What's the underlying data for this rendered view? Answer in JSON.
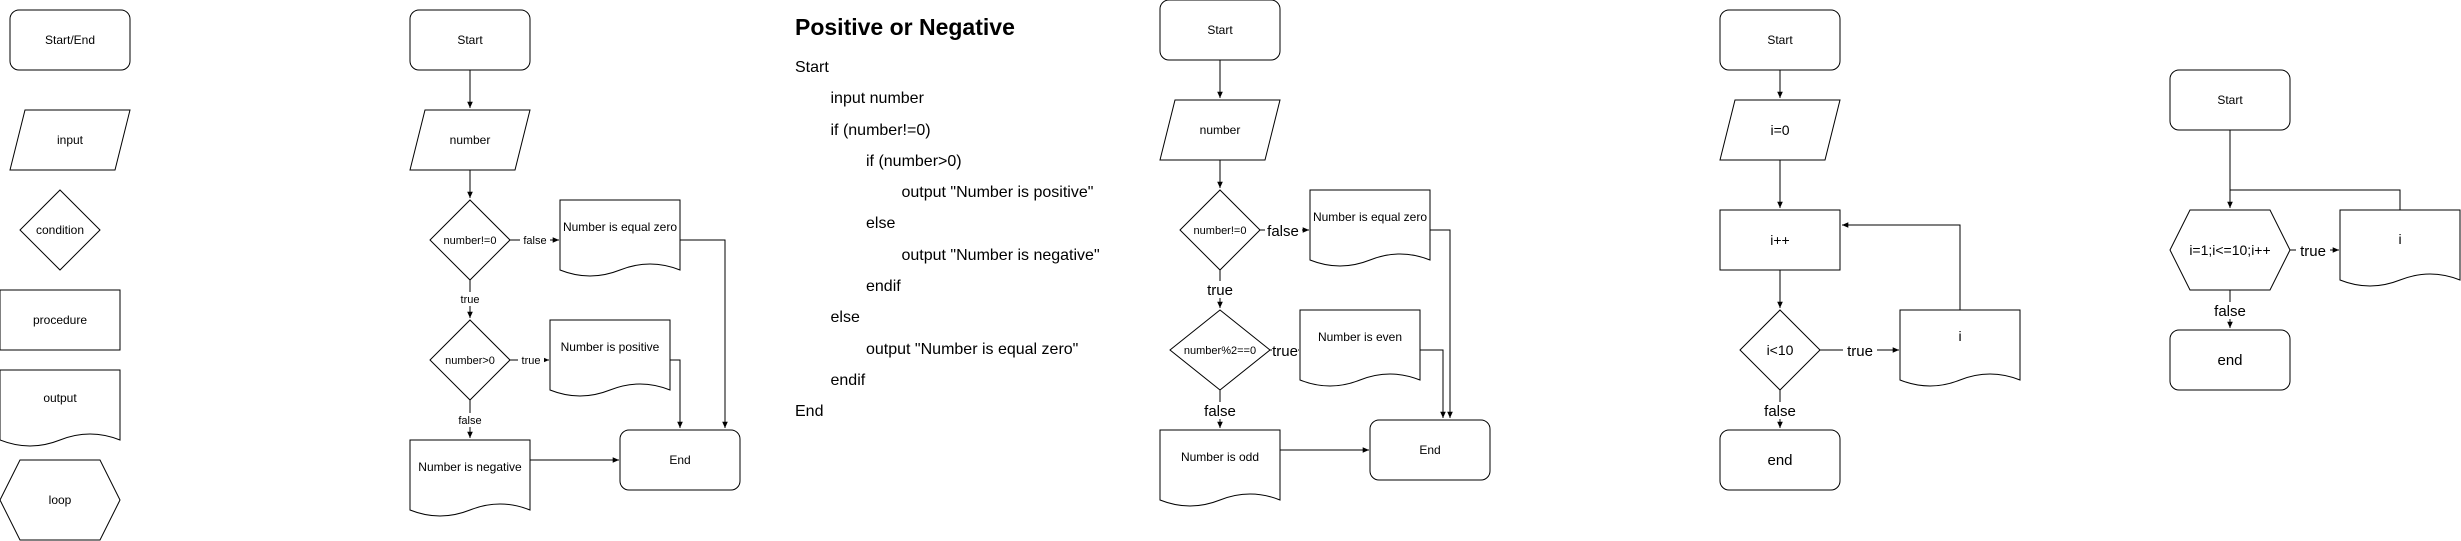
{
  "legend": {
    "start_end": "Start/End",
    "input": "input",
    "condition": "condition",
    "procedure": "procedure",
    "output": "output",
    "loop": "loop"
  },
  "flowchart1": {
    "start": "Start",
    "input": "number",
    "cond1": "number!=0",
    "cond1_false": "false",
    "cond1_true": "true",
    "out_zero": "Number is equal zero",
    "cond2": "number>0",
    "cond2_true": "true",
    "cond2_false": "false",
    "out_positive": "Number is positive",
    "out_negative": "Number is negative",
    "end": "End"
  },
  "pseudocode": {
    "title": "Positive or Negative",
    "lines": [
      {
        "indent": 0,
        "text": "Start"
      },
      {
        "indent": 1,
        "text": "input number"
      },
      {
        "indent": 1,
        "text": "if (number!=0)"
      },
      {
        "indent": 2,
        "text": "if (number>0)"
      },
      {
        "indent": 3,
        "text": "output \"Number is positive\""
      },
      {
        "indent": 2,
        "text": "else"
      },
      {
        "indent": 3,
        "text": "output \"Number is negative\""
      },
      {
        "indent": 2,
        "text": "endif"
      },
      {
        "indent": 1,
        "text": "else"
      },
      {
        "indent": 2,
        "text": "output \"Number is equal zero\""
      },
      {
        "indent": 1,
        "text": "endif"
      },
      {
        "indent": 0,
        "text": "End"
      }
    ]
  },
  "flowchart2": {
    "start": "Start",
    "input": "number",
    "cond1": "number!=0",
    "cond1_false": "false",
    "cond1_true": "true",
    "out_zero": "Number is equal zero",
    "cond2": "number%2==0",
    "cond2_true": "true",
    "cond2_false": "false",
    "out_even": "Number is even",
    "out_odd": "Number is odd",
    "end": "End"
  },
  "flowchart3": {
    "start": "Start",
    "init": "i=0",
    "increment": "i++",
    "cond": "i<10",
    "cond_true": "true",
    "cond_false": "false",
    "output": "i",
    "end": "end"
  },
  "flowchart4": {
    "start": "Start",
    "loop": "i=1;i<=10;i++",
    "loop_true": "true",
    "loop_false": "false",
    "output": "i",
    "end": "end"
  }
}
